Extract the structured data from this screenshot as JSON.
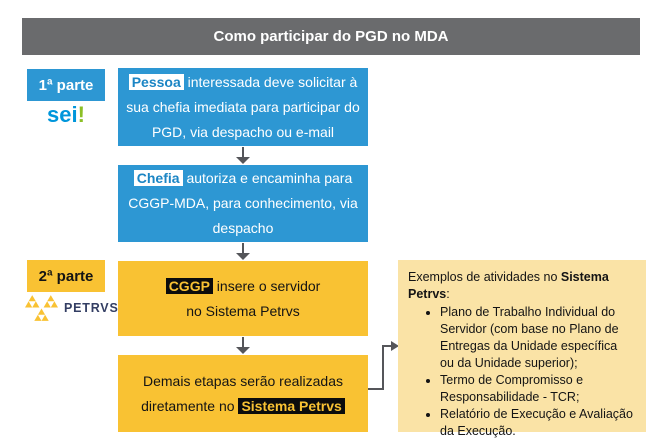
{
  "header": {
    "title": "Como participar do PGD no MDA"
  },
  "parts": {
    "part1": {
      "label": "1ª parte",
      "logo_word": "sei",
      "logo_bang": "!"
    },
    "part2": {
      "label": "2ª parte",
      "logo_word": "PETRVS"
    }
  },
  "flow": {
    "steps": [
      {
        "lines": [
          {
            "hl": "Pessoa",
            "post": " interessada deve solicitar à"
          },
          {
            "pre": "sua chefia imediata para participar do"
          },
          {
            "pre": "PGD, via despacho ou e-mail"
          }
        ]
      },
      {
        "lines": [
          {
            "hl": "Chefia",
            "post": " autoriza e encaminha para"
          },
          {
            "pre": "CGGP-MDA, para conhecimento, via"
          },
          {
            "pre": "despacho"
          }
        ]
      },
      {
        "lines": [
          {
            "hl": "CGGP",
            "post": " insere o servidor"
          },
          {
            "pre": "no Sistema Petrvs"
          }
        ]
      },
      {
        "lines": [
          {
            "pre": "Demais etapas serão realizadas"
          },
          {
            "pre": "diretamente no ",
            "hl": "Sistema Petrvs"
          }
        ]
      }
    ]
  },
  "sidebox": {
    "title_pre": "Exemplos de atividades no ",
    "title_bold": "Sistema Petrvs",
    "title_post": ":",
    "bullets": [
      "Plano de Trabalho Individual do Servidor (com base no Plano de Entregas da Unidade específica ou da Unidade superior);",
      "Termo de Compromisso e Responsabilidade - TCR;",
      "Relatório de Execução e Avaliação da Execução."
    ]
  },
  "colors": {
    "blue": "#2D97D3",
    "yellow": "#F9C233",
    "light_yellow": "#FAE3A6",
    "header_gray": "#6A6B6D",
    "arrow_gray": "#55565A",
    "sei_blue": "#0096DB",
    "sei_green": "#8CBF26",
    "petrvs_navy": "#333E63"
  }
}
